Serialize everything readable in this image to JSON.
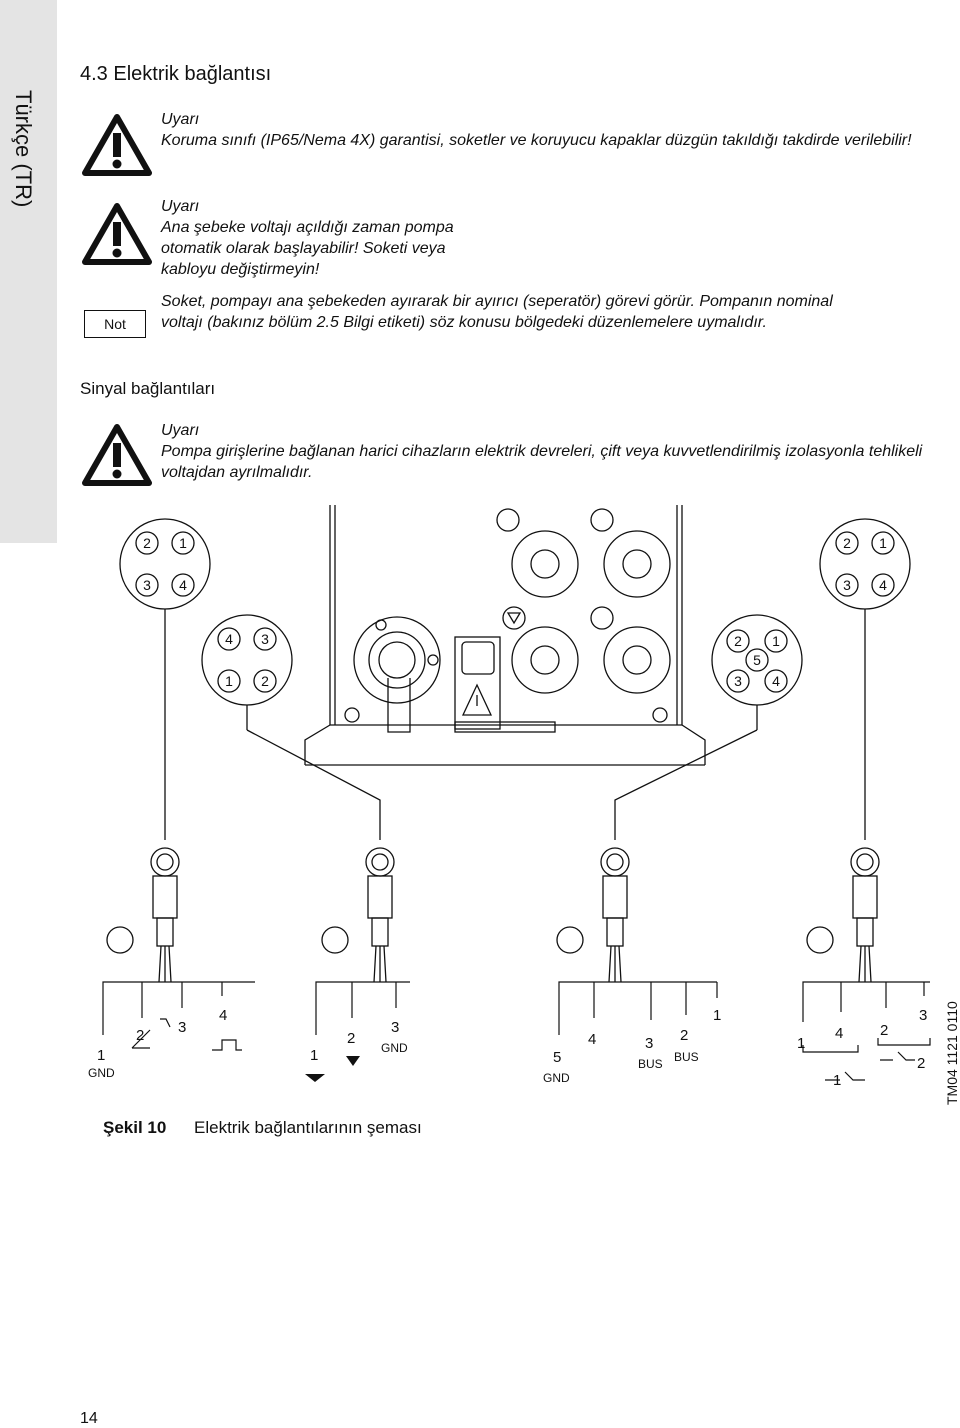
{
  "side_tab": {
    "label": "Türkçe (TR)"
  },
  "section_title": "4.3 Elektrik bağlantısı",
  "notices": [
    {
      "label": "Uyarı",
      "text": "Koruma sınıfı (IP65/Nema 4X) garantisi, soketler ve koruyucu kapaklar düzgün takıldığı takdirde verilebilir!"
    },
    {
      "label": "Uyarı",
      "text": "Ana şebeke voltajı açıldığı zaman pompa otomatik olarak başlayabilir! Soketi veya kabloyu değiştirmeyin!"
    },
    {
      "label": "Not",
      "text": "Soket, pompayı ana şebekeden ayırarak bir ayırıcı (seperatör) görevi görür. Pompanın nominal voltajı (bakınız bölüm 2.5 Bilgi etiketi) söz konusu bölgedeki düzenlemelere uymalıdır."
    }
  ],
  "subheading": "Sinyal bağlantıları",
  "signal_notice": {
    "label": "Uyarı",
    "text": "Pompa girişlerine bağlanan harici cihazların elektrik devreleri, çift veya kuvvetlendirilmiş izolasyonla tehlikeli voltajdan ayrılmalıdır."
  },
  "diagram": {
    "socket_pins_4": [
      "2",
      "1",
      "3",
      "4"
    ],
    "socket_pins_4b": [
      "4",
      "3",
      "1",
      "2"
    ],
    "socket_pins_5": [
      "2",
      "1",
      "5",
      "3",
      "4"
    ],
    "terminals": {
      "a": [
        "1",
        "2",
        "3",
        "4",
        "GND"
      ],
      "b": [
        "1",
        "2",
        "3",
        "GND"
      ],
      "c": [
        "5",
        "4",
        "3",
        "2",
        "1",
        "GND",
        "BUS",
        "BUS"
      ],
      "d": [
        "1",
        "4",
        "2",
        "3",
        "1",
        "2"
      ]
    }
  },
  "caption": {
    "label": "Şekil 10",
    "text": "Elektrik bağlantılarının şeması"
  },
  "drawing_id": "TM04 1121 0110",
  "page_number": "14"
}
